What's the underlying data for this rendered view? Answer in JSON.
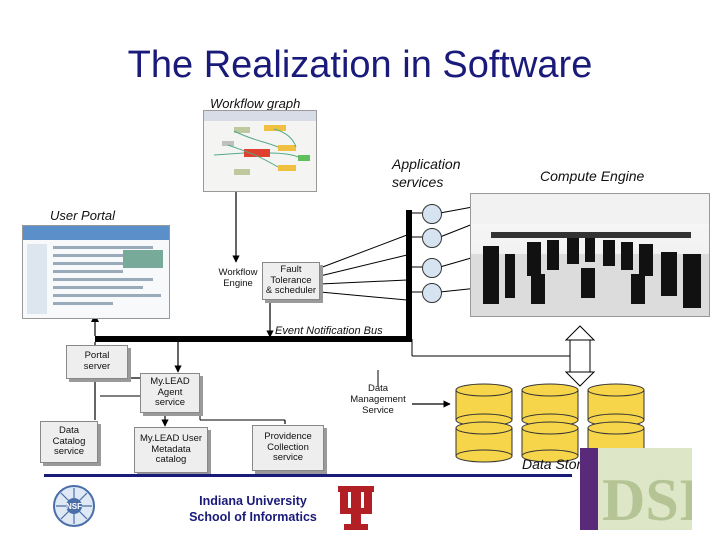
{
  "title": "The Realization in Software",
  "labels": {
    "workflow_graph": "Workflow graph",
    "application_services": "Application services",
    "compute_engine": "Compute Engine",
    "user_portal": "User Portal",
    "event_bus": "Event Notification Bus",
    "data_storage": "Data Storage"
  },
  "boxes": {
    "workflow_engine": "Workflow\nEngine",
    "fault_tolerance": "Fault\nTolerance\n& scheduler",
    "portal_server": "Portal\nserver",
    "mylead_agent": "My.LEAD\nAgent\nservice",
    "data_management": "Data\nManagement\nService",
    "data_catalog": "Data\nCatalog\nservice",
    "mylead_user_metadata": "My.LEAD User\nMetadata\ncatalog",
    "provenance": "Providence\nCollection\nservice"
  },
  "footer": {
    "university": "Indiana University",
    "school": "School of Informatics"
  },
  "colors": {
    "title": "#1a1a7a",
    "cylinder": "#f7d54a",
    "bus": "#000000"
  }
}
